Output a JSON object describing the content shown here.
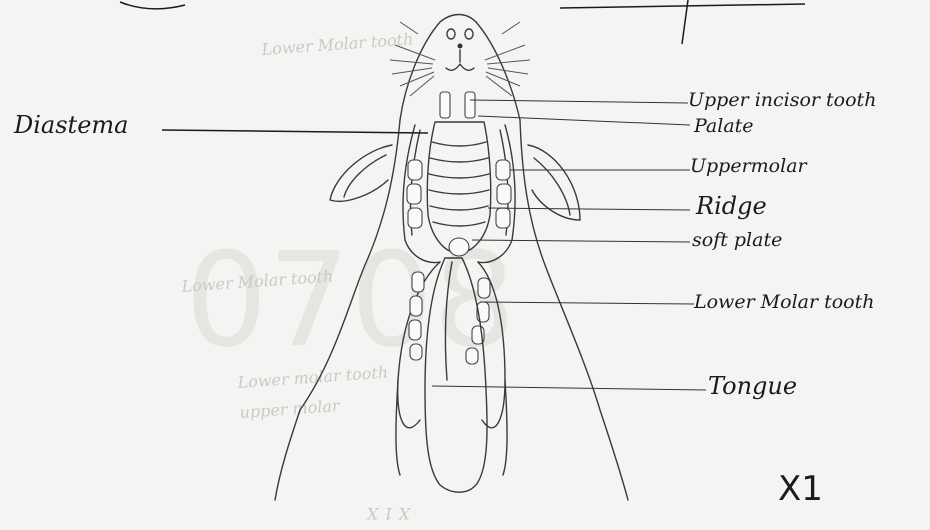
{
  "labels": {
    "diastema": "Diastema",
    "upper_incisor": "Upper incisor tooth",
    "palate": "Palate",
    "upper_molar": "Uppermolar",
    "ridge": "Ridge",
    "soft_plate": "soft plate",
    "lower_molar": "Lower Molar tooth",
    "tongue": "Tongue"
  },
  "magnification": "X1",
  "watermark": "0708"
}
